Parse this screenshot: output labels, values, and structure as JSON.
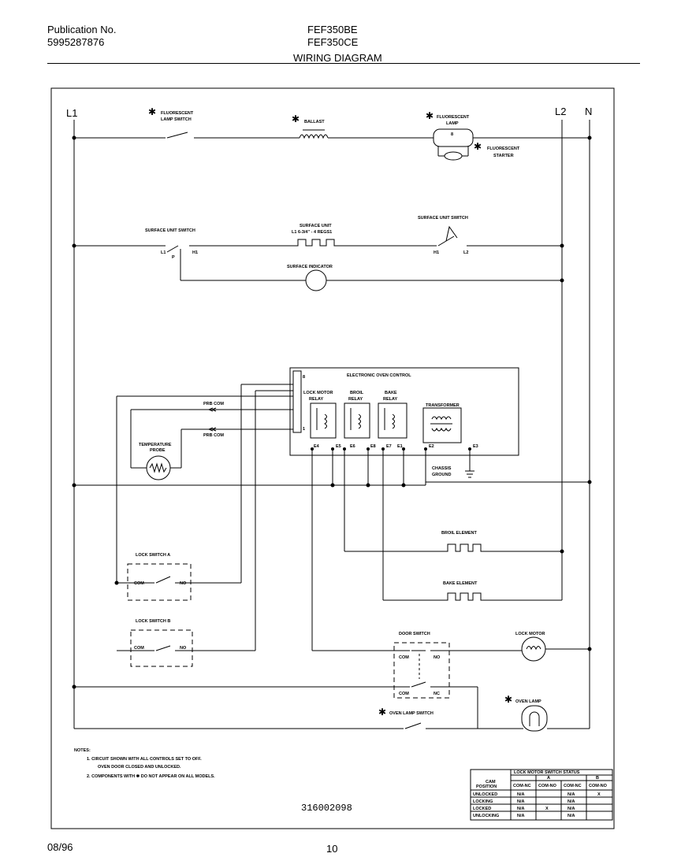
{
  "header": {
    "publication_label": "Publication No.",
    "publication_number": "5995287876",
    "model_1": "FEF350BE",
    "model_2": "FEF350CE",
    "title": "WIRING DIAGRAM"
  },
  "rails": {
    "l1": "L1",
    "l2": "L2",
    "n": "N"
  },
  "labels": {
    "fluorescent_lamp_switch_1": "FLUORESCENT",
    "fluorescent_lamp_switch_2": "LAMP SWITCH",
    "ballast": "BALLAST",
    "fluorescent_lamp_1": "FLUORESCENT",
    "fluorescent_lamp_2": "LAMP",
    "fluorescent_starter_1": "FLUORESCENT",
    "fluorescent_starter_2": "STARTER",
    "surface_unit_switch_left": "SURFACE UNIT SWITCH",
    "surface_unit_1": "SURFACE UNIT",
    "surface_unit_2": "L1 6-3/4\" - 4 REGS1",
    "surface_unit_switch_right": "SURFACE UNIT SWITCH",
    "surface_indicator": "SURFACE INDICATOR",
    "l1_term": "L1",
    "p_term": "P",
    "h1_left": "H1",
    "h1_right": "H1",
    "l2_term": "L2",
    "electronic_oven_control": "ELECTRONIC OVEN CONTROL",
    "lock_motor_relay_1": "LOCK MOTOR",
    "lock_motor_relay_2": "RELAY",
    "broil_relay_1": "BROIL",
    "broil_relay_2": "RELAY",
    "bake_relay_1": "BAKE",
    "bake_relay_2": "RELAY",
    "transformer": "TRANSFORMER",
    "pin_8": "8",
    "pin_1": "1",
    "e4": "E4",
    "e5": "E5",
    "e6": "E6",
    "e8": "E8",
    "e7": "E7",
    "e1": "E1",
    "e2": "E2",
    "e3": "E3",
    "probe_com_1": "PRB COM",
    "probe_com_2": "PRB COM",
    "temperature_probe_1": "TEMPERATURE",
    "temperature_probe_2": "PROBE",
    "chassis_ground_1": "CHASSIS",
    "chassis_ground_2": "GROUND",
    "broil_element": "BROIL ELEMENT",
    "bake_element": "BAKE ELEMENT",
    "lock_switch_a": "LOCK SWITCH A",
    "lock_switch_b": "LOCK SWITCH B",
    "com": "COM",
    "no": "NO",
    "nc": "NC",
    "door_switch": "DOOR SWITCH",
    "lock_motor": "LOCK MOTOR",
    "oven_lamp": "OVEN LAMP",
    "oven_lamp_switch": "OVEN LAMP SWITCH",
    "star": "✱"
  },
  "notes": {
    "heading": "NOTES:",
    "note_1a": "1.  CIRCUIT SHOWN WITH ALL CONTROLS SET TO OFF.",
    "note_1b": "OVEN DOOR CLOSED AND UNLOCKED.",
    "note_2": "2.  COMPONENTS WITH ✱ DO NOT APPEAR ON ALL MODELS."
  },
  "part_number": "316002098",
  "table": {
    "title": "LOCK MOTOR SWITCH STATUS",
    "position_header_1": "CAM",
    "position_header_2": "POSITION",
    "switch_cols": [
      "A",
      "B"
    ],
    "sub_cols": [
      "COM-NC",
      "COM-NO",
      "COM-NC",
      "COM-NO"
    ],
    "rows": [
      {
        "position": "UNLOCKED",
        "cells": [
          "N/A",
          "",
          "N/A",
          ""
        ]
      },
      {
        "position": "LOCKING",
        "cells": [
          "N/A",
          "",
          "N/A",
          ""
        ]
      },
      {
        "position": "LOCKED",
        "cells": [
          "N/A",
          "X",
          "N/A",
          ""
        ]
      },
      {
        "position": "UNLOCKING",
        "cells": [
          "N/A",
          "",
          "N/A",
          ""
        ]
      }
    ],
    "row0_x": "X"
  },
  "footer": {
    "date": "08/96",
    "page": "10"
  }
}
